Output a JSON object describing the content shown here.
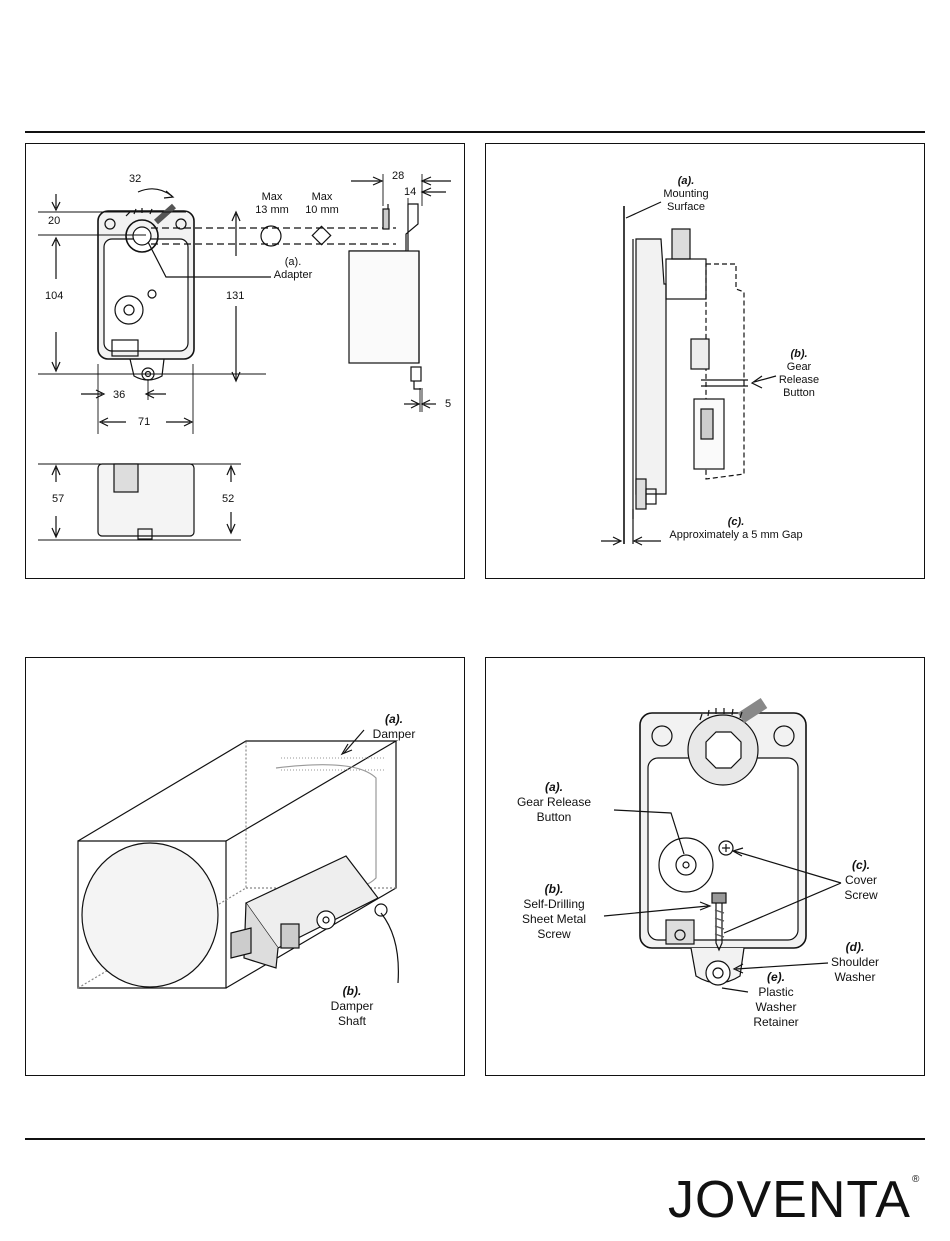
{
  "panel_dims": {
    "d32": "32",
    "d20": "20",
    "d104": "104",
    "d131": "131",
    "d36": "36",
    "d71": "71",
    "d28": "28",
    "d14": "14",
    "d5": "5",
    "d57": "57",
    "d52": "52",
    "max13_line1": "Max",
    "max13_line2": "13 mm",
    "max10_line1": "Max",
    "max10_line2": "10 mm",
    "adapter_tag": "(a).",
    "adapter_label": "Adapter"
  },
  "panel_mount": {
    "a_tag": "(a).",
    "a_line1": "Mounting",
    "a_line2": "Surface",
    "b_tag": "(b).",
    "b_line1": "Gear",
    "b_line2": "Release",
    "b_line3": "Button",
    "c_tag": "(c).",
    "c_line1": "Approximately a 5 mm Gap"
  },
  "panel_damper": {
    "a_tag": "(a).",
    "a_line1": "Damper",
    "b_tag": "(b).",
    "b_line1": "Damper",
    "b_line2": "Shaft"
  },
  "panel_front": {
    "a_tag": "(a).",
    "a_line1": "Gear Release",
    "a_line2": "Button",
    "b_tag": "(b).",
    "b_line1": "Self-Drilling",
    "b_line2": "Sheet Metal",
    "b_line3": "Screw",
    "c_tag": "(c).",
    "c_line1": "Cover",
    "c_line2": "Screw",
    "d_tag": "(d).",
    "d_line1": "Shoulder",
    "d_line2": "Washer",
    "e_tag": "(e).",
    "e_line1": "Plastic",
    "e_line2": "Washer",
    "e_line3": "Retainer"
  },
  "logo": {
    "text": "JOVENTA",
    "mark": "®"
  }
}
